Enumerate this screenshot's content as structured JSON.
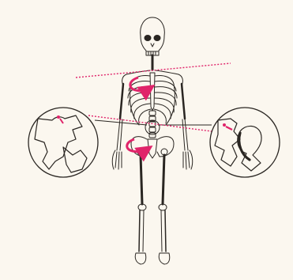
{
  "figure": {
    "background": "#fbf7ef",
    "ink_color": "#2a2622",
    "accent_color": "#e0246a",
    "lines": {
      "upper_plane": {
        "style": "dotted"
      },
      "lower_plane": {
        "style": "dotted"
      }
    },
    "rotation_arrows": [
      {
        "name": "thoracic-rotation",
        "icon": "curved-arrow-icon"
      },
      {
        "name": "pelvic-rotation",
        "icon": "curved-arrow-icon"
      }
    ],
    "insets": [
      {
        "name": "left-joint-detail",
        "shape": "circle"
      },
      {
        "name": "right-joint-detail",
        "shape": "circle"
      }
    ]
  }
}
